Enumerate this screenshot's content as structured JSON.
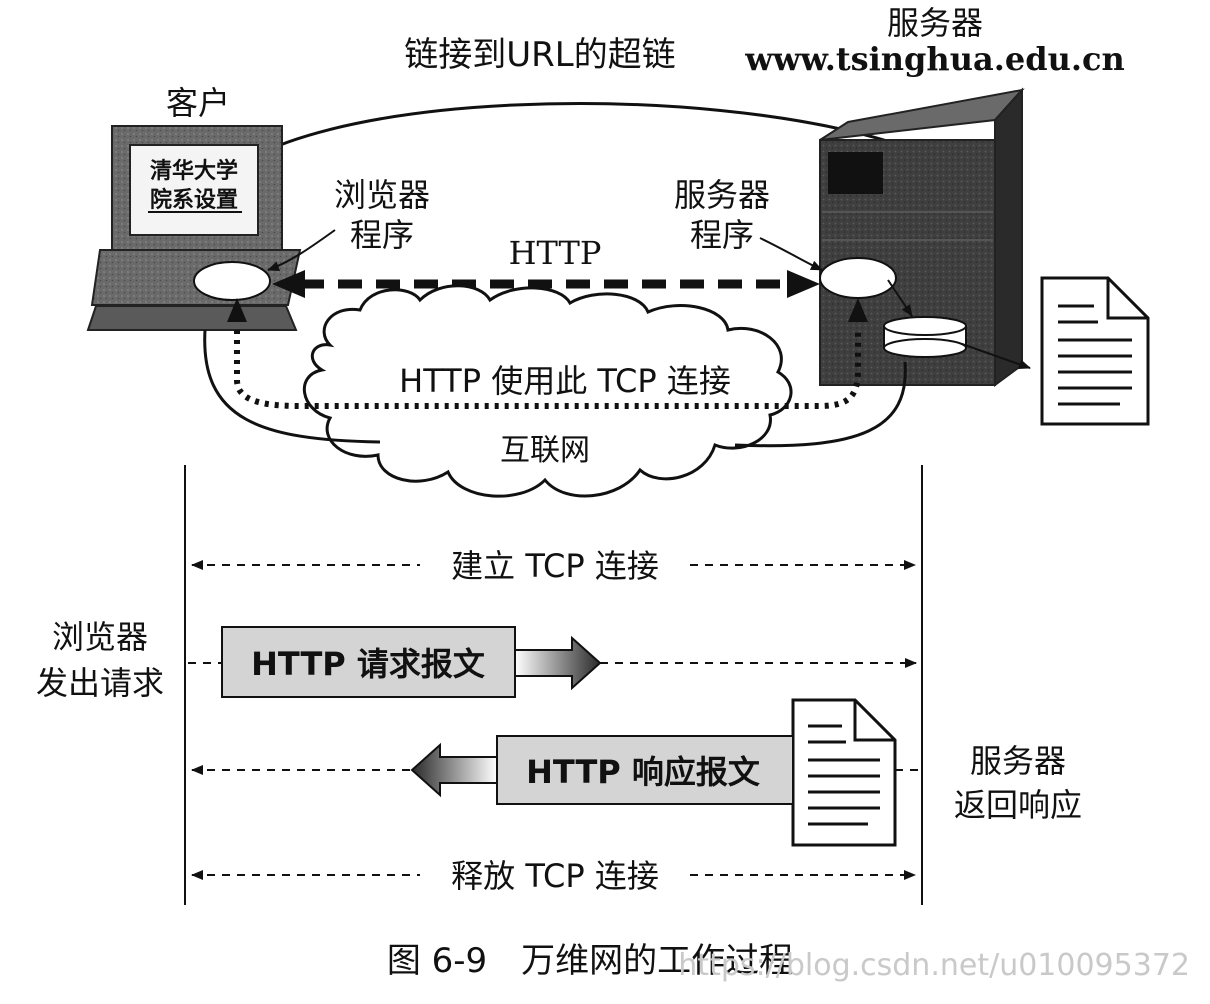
{
  "labels": {
    "hyperlink": "链接到URL的超链",
    "client": "客户",
    "screen_line1": "清华大学",
    "screen_line2": "院系设置",
    "browser_line1": "浏览器",
    "browser_line2": "程序",
    "server_title": "服务器",
    "server_url": "www.tsinghua.edu.cn",
    "server_prog_line1": "服务器",
    "server_prog_line2": "程序",
    "http": "HTTP",
    "tcp_usage": "HTTP 使用此 TCP 连接",
    "internet": "互联网",
    "establish_tcp": "建立 TCP 连接",
    "browser_request_line1": "浏览器",
    "browser_request_line2": "发出请求",
    "http_request": "HTTP 请求报文",
    "http_response": "HTTP 响应报文",
    "server_response_line1": "服务器",
    "server_response_line2": "返回响应",
    "release_tcp": "释放 TCP 连接",
    "caption": "图 6-9　万维网的工作过程",
    "watermark": "https://blog.csdn.net/u010095372"
  },
  "colors": {
    "ink": "#111111",
    "box_fill": "#d4d4d4",
    "server_dark": "#3a3a3a",
    "watermark": "#c9c9c9"
  }
}
